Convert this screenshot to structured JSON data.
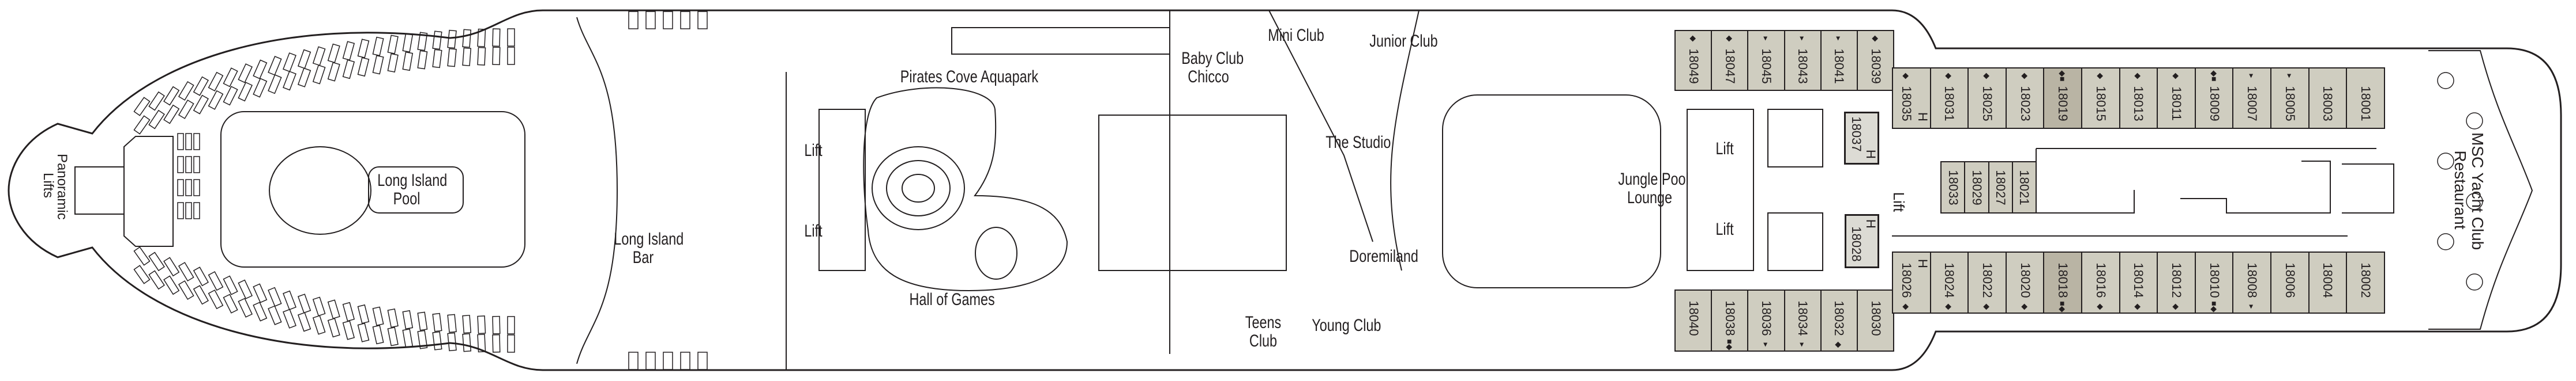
{
  "deck_labels": {
    "panoramic_lifts": [
      "Panoramic",
      "Lifts"
    ],
    "long_island_pool": [
      "Long Island",
      "Pool"
    ],
    "long_island_bar": [
      "Long Island",
      "Bar"
    ],
    "lift": "Lift",
    "pirates_cove": "Pirates Cove Aquapark",
    "hall_of_games": "Hall of Games",
    "baby_club": [
      "Baby Club",
      "Chicco"
    ],
    "mini_club": "Mini Club",
    "junior_club": "Junior Club",
    "the_studio": "The Studio",
    "doremiland": "Doremiland",
    "teens_club": [
      "Teens",
      "Club"
    ],
    "young_club": "Young Club",
    "jungle_pool": [
      "Jungle Pool",
      "Lounge"
    ],
    "yacht_club": [
      "MSC Yacht Club",
      "Restaurant"
    ]
  },
  "colors": {
    "cabin": "#cfcdc0",
    "cabin_highlight": "#b9b4a4",
    "cabin_single": "#dcdbd4",
    "line": "#231f20"
  },
  "cabins": {
    "upper_aft": [
      {
        "number": "18049",
        "marker": "◆"
      },
      {
        "number": "18047",
        "marker": "◆"
      },
      {
        "number": "18045",
        "marker": "▸"
      },
      {
        "number": "18043",
        "marker": "▸"
      },
      {
        "number": "18041",
        "marker": "▸"
      },
      {
        "number": "18039",
        "marker": "◆"
      }
    ],
    "lower_aft": [
      {
        "number": "18040",
        "marker": ""
      },
      {
        "number": "18038",
        "marker": "■◆"
      },
      {
        "number": "18036",
        "marker": "▸"
      },
      {
        "number": "18034",
        "marker": "▸"
      },
      {
        "number": "18032",
        "marker": "◆"
      },
      {
        "number": "18030",
        "marker": ""
      }
    ],
    "upper_fwd": [
      {
        "number": "18035",
        "marker": "◆",
        "h": "H"
      },
      {
        "number": "18031",
        "marker": "◆"
      },
      {
        "number": "18025",
        "marker": "◆"
      },
      {
        "number": "18023",
        "marker": "◆"
      },
      {
        "number": "18019",
        "marker": "◆■",
        "highlight": true
      },
      {
        "number": "18015",
        "marker": "◆"
      },
      {
        "number": "18013",
        "marker": "◆"
      },
      {
        "number": "18011",
        "marker": "◆"
      },
      {
        "number": "18009",
        "marker": "◆■"
      },
      {
        "number": "18007",
        "marker": "▸"
      },
      {
        "number": "18005",
        "marker": "▸"
      },
      {
        "number": "18003",
        "marker": ""
      },
      {
        "number": "18001",
        "marker": ""
      }
    ],
    "lower_fwd": [
      {
        "number": "18026",
        "marker": "◆",
        "h": "H"
      },
      {
        "number": "18024",
        "marker": "◆"
      },
      {
        "number": "18022",
        "marker": "◆"
      },
      {
        "number": "18020",
        "marker": "◆"
      },
      {
        "number": "18018",
        "marker": "■◆",
        "highlight": true
      },
      {
        "number": "18016",
        "marker": "◆"
      },
      {
        "number": "18014",
        "marker": "◆"
      },
      {
        "number": "18012",
        "marker": "◆"
      },
      {
        "number": "18010",
        "marker": "■◆"
      },
      {
        "number": "18008",
        "marker": "▸"
      },
      {
        "number": "18006",
        "marker": ""
      },
      {
        "number": "18004",
        "marker": ""
      },
      {
        "number": "18002",
        "marker": ""
      }
    ],
    "inner": [
      {
        "number": "18033"
      },
      {
        "number": "18029"
      },
      {
        "number": "18027"
      },
      {
        "number": "18021"
      }
    ],
    "singles": [
      {
        "number": "18037",
        "h": "H"
      },
      {
        "number": "18028",
        "h": "H"
      }
    ]
  }
}
